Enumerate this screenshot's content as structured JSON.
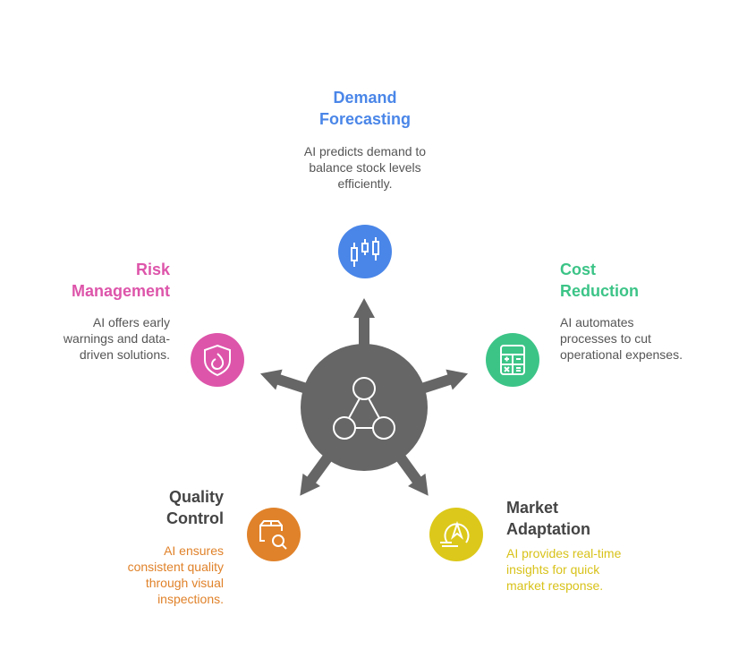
{
  "center": {
    "icon": "network-triangle-icon",
    "color": "#666666"
  },
  "items": [
    {
      "key": "demand",
      "title_lines": [
        "Demand",
        "Forecasting"
      ],
      "desc_lines": [
        "AI predicts demand to",
        "balance stock levels",
        "efficiently."
      ],
      "color": "#4a86e8",
      "desc_color": "#555555",
      "icon": "candlestick-chart-icon"
    },
    {
      "key": "cost",
      "title_lines": [
        "Cost",
        "Reduction"
      ],
      "desc_lines": [
        "AI automates",
        "processes to cut",
        "operational expenses."
      ],
      "color": "#3cc487",
      "desc_color": "#555555",
      "icon": "calculator-icon"
    },
    {
      "key": "market",
      "title_lines": [
        "Market",
        "Adaptation"
      ],
      "desc_lines": [
        "AI provides real-time",
        "insights for quick",
        "market response."
      ],
      "color": "#dcc81a",
      "title_color": "#444444",
      "desc_color": "#d8c21a",
      "icon": "compass-wind-icon"
    },
    {
      "key": "quality",
      "title_lines": [
        "Quality",
        "Control"
      ],
      "desc_lines": [
        "AI ensures",
        "consistent quality",
        "through visual",
        "inspections."
      ],
      "color": "#e0822a",
      "title_color": "#444444",
      "desc_color": "#e0822a",
      "icon": "box-search-icon"
    },
    {
      "key": "risk",
      "title_lines": [
        "Risk",
        "Management"
      ],
      "desc_lines": [
        "AI offers early",
        "warnings and data-",
        "driven solutions."
      ],
      "color": "#dd55aa",
      "desc_color": "#555555",
      "icon": "shield-fire-icon"
    }
  ]
}
